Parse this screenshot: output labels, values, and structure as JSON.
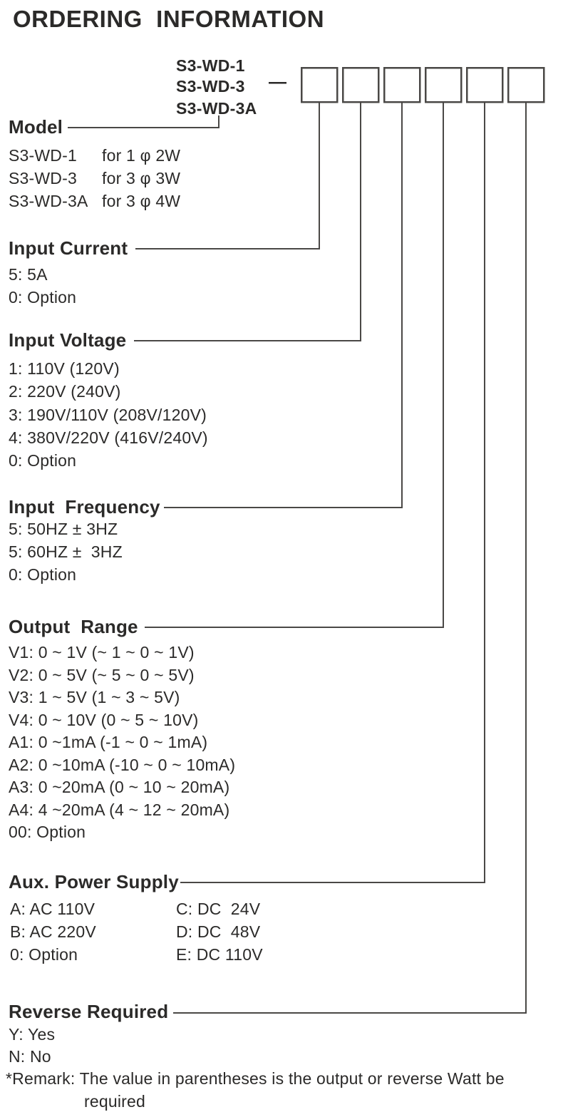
{
  "title": "ORDERING  INFORMATION",
  "part_number": {
    "models": [
      "S3-WD-1",
      "S3-WD-3",
      "S3-WD-3A"
    ],
    "dash": "—",
    "digit_boxes": 6
  },
  "sections": {
    "model": {
      "header": "Model",
      "items": [
        {
          "name": "S3-WD-1",
          "desc": "for 1 φ 2W"
        },
        {
          "name": "S3-WD-3",
          "desc": "for 3 φ 3W"
        },
        {
          "name": "S3-WD-3A",
          "desc": "for 3 φ 4W"
        }
      ]
    },
    "input_current": {
      "header": "Input Current",
      "items": [
        "5: 5A",
        "0: Option"
      ]
    },
    "input_voltage": {
      "header": "Input Voltage",
      "items": [
        "1: 110V (120V)",
        "2: 220V (240V)",
        "3: 190V/110V (208V/120V)",
        "4: 380V/220V (416V/240V)",
        "0: Option"
      ]
    },
    "input_frequency": {
      "header": "Input  Frequency",
      "items": [
        "5: 50HZ ± 3HZ",
        "5: 60HZ ±  3HZ",
        "0: Option"
      ]
    },
    "output_range": {
      "header": "Output  Range",
      "items": [
        "V1: 0 ~ 1V (~ 1 ~ 0 ~ 1V)",
        "V2: 0 ~ 5V (~ 5 ~ 0 ~ 5V)",
        "V3: 1 ~ 5V (1 ~ 3 ~ 5V)",
        "V4: 0 ~ 10V (0 ~ 5 ~ 10V)",
        "A1: 0 ~1mA (-1 ~ 0 ~ 1mA)",
        "A2: 0 ~10mA (-10 ~ 0 ~ 10mA)",
        "A3: 0 ~20mA (0 ~ 10 ~ 20mA)",
        "A4: 4 ~20mA (4 ~ 12 ~ 20mA)",
        "00: Option"
      ]
    },
    "aux_power_supply": {
      "header": "Aux. Power Supply",
      "left_items": [
        "A: AC 110V",
        "B: AC 220V",
        "0: Option"
      ],
      "right_items": [
        "C: DC  24V",
        "D: DC  48V",
        "E: DC 110V"
      ]
    },
    "reverse_required": {
      "header": "Reverse Required",
      "items": [
        "Y: Yes",
        "N: No"
      ]
    }
  },
  "remark": {
    "line1": "*Remark: The value in parentheses is the output or reverse Watt be",
    "line2": "required"
  },
  "colors": {
    "text": "#2b2a29",
    "line": "#4a4846",
    "background": "#ffffff"
  }
}
